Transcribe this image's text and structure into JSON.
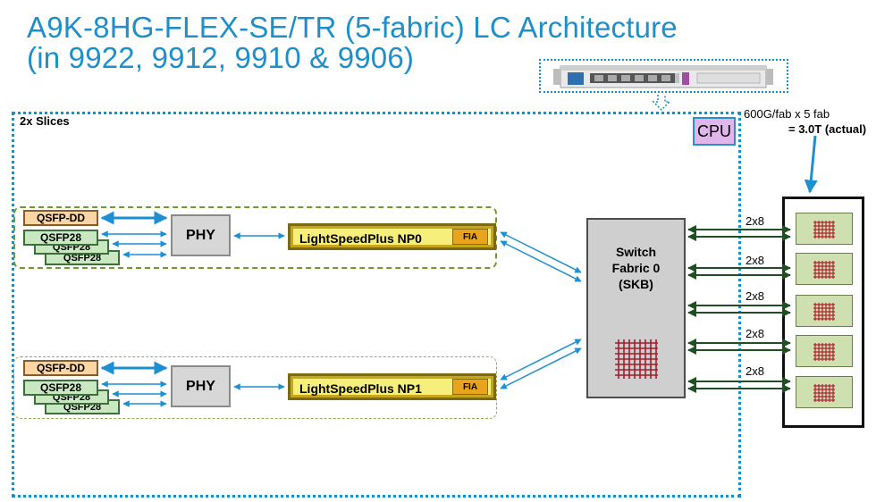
{
  "title_line1": "A9K-8HG-FLEX-SE/TR (5-fabric) LC Architecture",
  "title_line2": "(in 9922, 9912, 9910 & 9906)",
  "slices_label": "2x Slices",
  "cpu_label": "CPU",
  "fabric_note_line1": "600G/fab x 5 fab",
  "fabric_note_line2": "= 3.0T (actual)",
  "slice0": {
    "qsfpdd": "QSFP-DD",
    "qsfp28_front": "QSFP28",
    "qsfp28_mid": "QSFP28",
    "qsfp28_back": "QSFP28",
    "phy": "PHY",
    "np": "LightSpeedPlus NP0",
    "fia": "FIA"
  },
  "slice1": {
    "qsfpdd": "QSFP-DD",
    "qsfp28_front": "QSFP28",
    "qsfp28_mid": "QSFP28",
    "qsfp28_back": "QSFP28",
    "phy": "PHY",
    "np": "LightSpeedPlus NP1",
    "fia": "FIA"
  },
  "switch_fabric": {
    "line1": "Switch",
    "line2": "Fabric 0",
    "line3": "(SKB)"
  },
  "link_labels": [
    "2x8",
    "2x8",
    "2x8",
    "2x8",
    "2x8"
  ],
  "colors": {
    "title": "#1f8fc9",
    "dotted_border": "#1a8fc7",
    "arrow_blue": "#1e8fd0",
    "arrow_green": "#1f4f22",
    "slice0_border": "#6f9a2c",
    "slice1_border": "#8fae55"
  }
}
